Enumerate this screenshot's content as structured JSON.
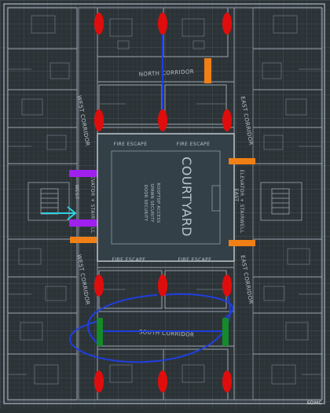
{
  "map": {
    "colors": {
      "background": "#2c3337",
      "grid": "#46525a",
      "wall": "#9aa6ae",
      "wall_faint": "#6d7a83",
      "text": "#b8c3ca",
      "door_red": "#e00d0d",
      "door_orange": "#f07f16",
      "door_purple": "#a020f0",
      "door_green": "#148a2a",
      "route_blue": "#1f3fe0",
      "arrow_cyan": "#2fd0e0"
    },
    "labels": {
      "north_corridor": "NORTH CORRIDOR",
      "south_corridor": "SOUTH CORRIDOR",
      "west_corridor_upper": "WEST CORRIDOR",
      "west_corridor_lower": "WEST CORRIDOR",
      "east_corridor_upper": "EAST CORRIDOR",
      "east_corridor_lower": "EAST CORRIDOR",
      "courtyard": "COURTYARD",
      "courtyard_sub_1": "ROOFTOP ACCESS",
      "courtyard_sub_2": "SPAWN SECURITY",
      "courtyard_sub_3": "DOOR SECURITY",
      "fire_escape_nw": "FIRE ESCAPE",
      "fire_escape_ne": "FIRE ESCAPE",
      "fire_escape_sw": "FIRE ESCAPE",
      "fire_escape_se": "FIRE ESCAPE",
      "stairwell_west": "ELEVATOR + STAIRWELL",
      "stairwell_west_sub": "WEST",
      "stairwell_east": "ELEVATOR + STAIRWELL",
      "stairwell_east_sub": "EAST",
      "watermark": "SDMC"
    },
    "legend_icons": {
      "red_marker": "door-red-icon",
      "orange_marker": "door-orange-icon",
      "purple_marker": "door-purple-icon",
      "green_marker": "door-green-icon",
      "cyan_arrow": "arrow-right-icon"
    }
  }
}
